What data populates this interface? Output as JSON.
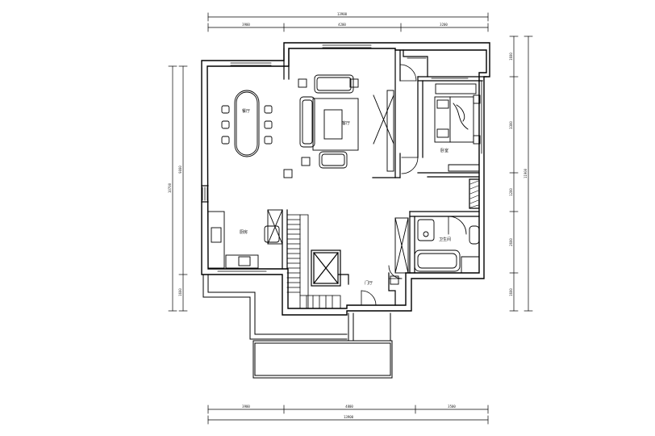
{
  "rooms": {
    "dining": "餐厅",
    "living": "客厅",
    "bedroom": "卧室",
    "kitchen": "厨房",
    "bathroom": "卫生间",
    "entrance": "门厅"
  },
  "dimensions": {
    "top_total": "13900",
    "top_segments": [
      "3900",
      "4200",
      "3200"
    ],
    "bottom_total": "13900",
    "bottom_segments": [
      "3900",
      "4800",
      "3500"
    ],
    "left_total": "10700",
    "left_segments": [
      "9000",
      "1600"
    ],
    "right_total": "11900",
    "right_segments": [
      "1600",
      "3300",
      "1200",
      "2600",
      "1600"
    ]
  }
}
